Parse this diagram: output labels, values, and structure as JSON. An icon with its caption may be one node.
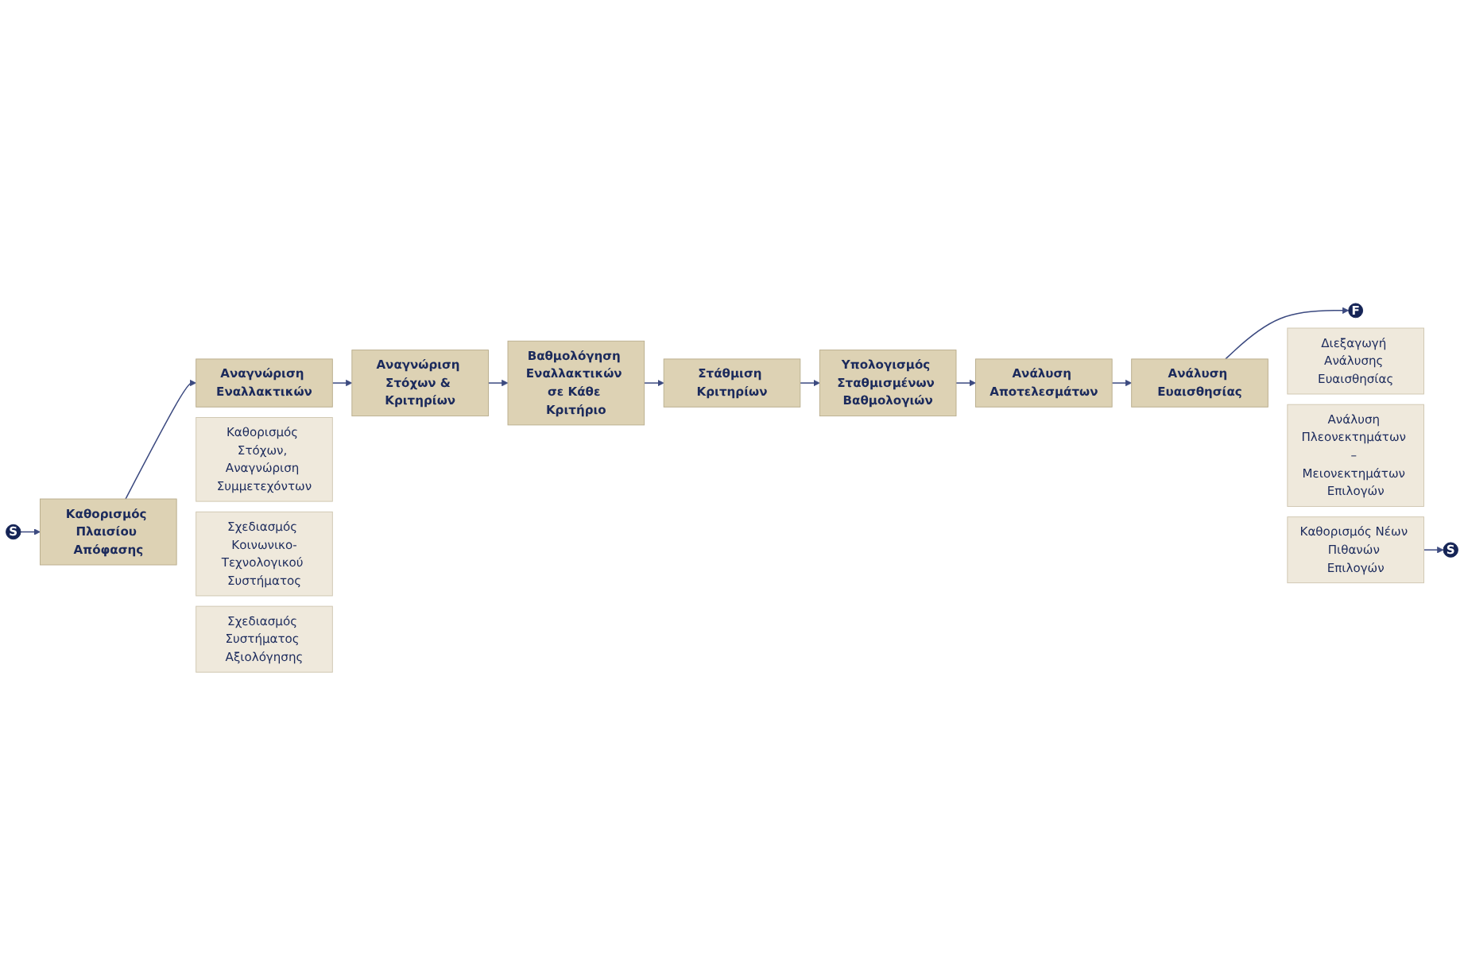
{
  "diagram": {
    "nodes": [
      {
        "text": [
          "S"
        ]
      },
      {
        "text": [
          "Καθορισμός Πλαισίου Απόφασης"
        ]
      },
      {
        "text": [
          "Αναγνώριση Εναλλακτικών"
        ]
      },
      {
        "text": [
          "Αναγνώριση Στόχων & Κριτηρίων"
        ]
      },
      {
        "text": [
          "Βαθμολόγηση Εναλλακτικών σε Κάθε Κριτήριο"
        ]
      },
      {
        "text": [
          "Καθορισμός Στόχων, Αναγνώριση Συμμετεχόντων"
        ]
      },
      {
        "text": [
          "Σχεδιασμός Κοινωνικο-Τεχνολογικού Συστήματος"
        ]
      },
      {
        "text": [
          "Σχεδιασμός Συστήματος Αξιολόγησης"
        ]
      },
      {
        "text": [
          "Στάθμιση Κριτηρίων"
        ]
      },
      {
        "text": [
          "Υπολογισμός Σταθμισμένων Βαθμολογιών"
        ]
      },
      {
        "text": [
          "Ανάλυση Αποτελεσμάτων"
        ]
      },
      {
        "text": [
          "Ανάλυση Ευαισθησίας"
        ]
      },
      {
        "text": [
          "F"
        ]
      },
      {
        "text": [
          "Διεξαγωγή Ανάλυσης Ευαισθησίας"
        ]
      },
      {
        "text": [
          "Ανάλυση Πλεονεκτημάτων – Μειονεκτημάτων Επιλογών"
        ]
      },
      {
        "text": [
          "Καθορισμός Νέων Πιθανών Επιλογών"
        ]
      },
      {
        "text": [
          "S"
        ]
      }
    ],
    "edges": [
      {
        "from": 0,
        "to": 1,
        "arrow": "to"
      },
      {
        "from": 1,
        "to": 2,
        "arrow": "to"
      },
      {
        "from": 2,
        "to": 3,
        "arrow": "to"
      },
      {
        "from": 3,
        "to": 4,
        "arrow": "to"
      },
      {
        "from": 4,
        "to": 8,
        "arrow": "to"
      },
      {
        "from": 8,
        "to": 9,
        "arrow": "to"
      },
      {
        "from": 9,
        "to": 10,
        "arrow": "to"
      },
      {
        "from": 10,
        "to": 11,
        "arrow": "to"
      },
      {
        "from": 11,
        "to": 12,
        "arrow": "to"
      },
      {
        "from": 15,
        "to": 16,
        "arrow": "to"
      }
    ]
  }
}
